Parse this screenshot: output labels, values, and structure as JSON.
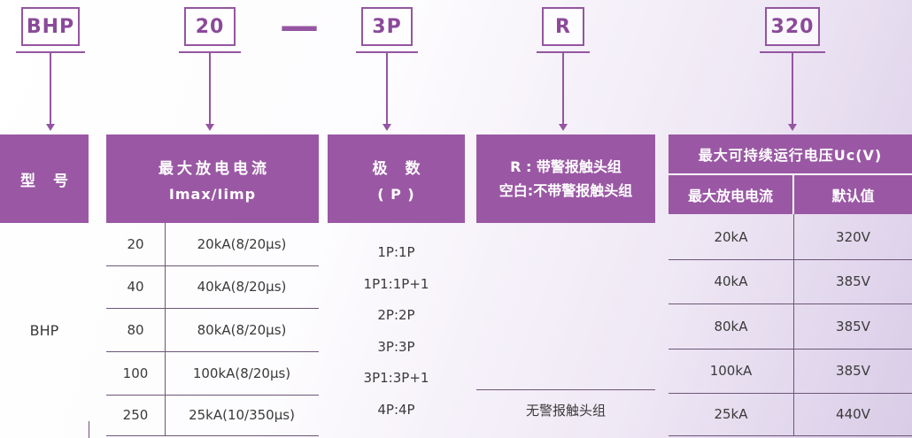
{
  "model_code": {
    "series": "BHP",
    "imax_code": "20",
    "separator": "—",
    "poles_code": "3P",
    "alarm_code": "R",
    "voltage_code": "320"
  },
  "model_table": {
    "header": "型 号",
    "value": "BHP"
  },
  "imax_table": {
    "header_line1": "最大放电电流",
    "header_line2": "Imax/Iimp",
    "rows": [
      {
        "code": "20",
        "desc": "20kA(8/20μs)"
      },
      {
        "code": "40",
        "desc": "40kA(8/20μs)"
      },
      {
        "code": "80",
        "desc": "80kA(8/20μs)"
      },
      {
        "code": "100",
        "desc": "100kA(8/20μs)"
      },
      {
        "code": "250",
        "desc": "25kA(10/350μs)"
      }
    ]
  },
  "poles_table": {
    "header_line1": "极 数",
    "header_line2": "( P )",
    "items": [
      "1P:1P",
      "1P1:1P+1",
      "2P:2P",
      "3P:3P",
      "3P1:3P+1",
      "4P:4P"
    ]
  },
  "alarm_table": {
    "header_line1": "R : 带警报触头组",
    "header_line2": "空白:不带警报触头组",
    "note": "无警报触头组"
  },
  "voltage_table": {
    "header": "最大可持续运行电压Uc(V)",
    "col_current": "最大放电电流",
    "col_default": "默认值",
    "rows": [
      {
        "current": "20kA",
        "voltage": "320V"
      },
      {
        "current": "40kA",
        "voltage": "385V"
      },
      {
        "current": "80kA",
        "voltage": "385V"
      },
      {
        "current": "100kA",
        "voltage": "385V"
      },
      {
        "current": "25kA",
        "voltage": "440V"
      }
    ]
  },
  "colors": {
    "header_purple": "#9a58a4",
    "accent_purple": "#9456a0",
    "grid_line": "#6d5677"
  }
}
